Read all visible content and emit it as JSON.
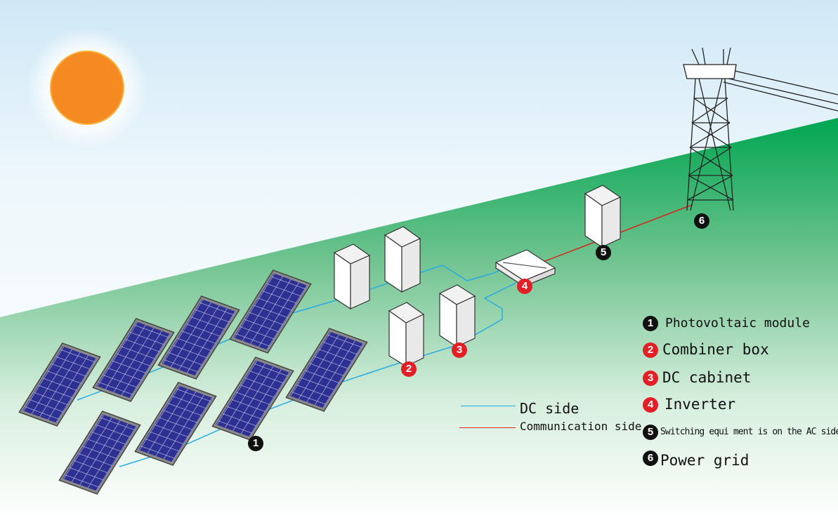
{
  "colors": {
    "sun": "#f58a23",
    "ground_top": "#00a651",
    "panel": "#2e3192",
    "dc_line": "#29abe2",
    "comm_line": "#d7261e",
    "badge_black": "#111111",
    "badge_red": "#e31e24"
  },
  "legend": {
    "dc_side": "DC side",
    "communication_side": "Communication side"
  },
  "keys": [
    {
      "num": "1",
      "label": "Photovoltaic module"
    },
    {
      "num": "2",
      "label": "Combiner box"
    },
    {
      "num": "3",
      "label": "DC cabinet"
    },
    {
      "num": "4",
      "label": "Inverter"
    },
    {
      "num": "5",
      "label": "Switching equi ment is on the AC side"
    },
    {
      "num": "6",
      "label": "Power grid"
    }
  ]
}
